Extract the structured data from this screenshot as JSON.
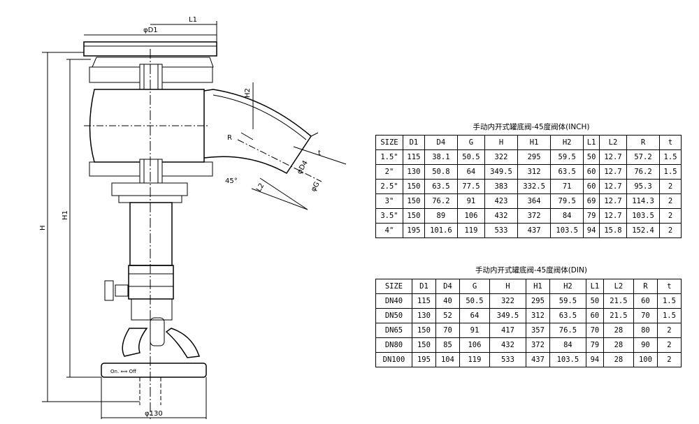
{
  "drawing": {
    "labels": {
      "L1": "L1",
      "D1": "φD1",
      "H2": "H2",
      "R": "R",
      "t": "t",
      "D4": "φD4",
      "G": "φG",
      "angle": "45°",
      "L2": "L2",
      "H": "H",
      "H1": "H1",
      "base_dia": "φ130",
      "plate_text": "On. ⟺ Off"
    }
  },
  "table_inch": {
    "title": "手动内开式罐底阀-45度阀体(INCH)",
    "headers": [
      "SIZE",
      "D1",
      "D4",
      "G",
      "H",
      "H1",
      "H2",
      "L1",
      "L2",
      "R",
      "t"
    ],
    "rows": [
      [
        "1.5\"",
        "115",
        "38.1",
        "50.5",
        "322",
        "295",
        "59.5",
        "50",
        "12.7",
        "57.2",
        "1.5"
      ],
      [
        "2\"",
        "130",
        "50.8",
        "64",
        "349.5",
        "312",
        "63.5",
        "60",
        "12.7",
        "76.2",
        "1.5"
      ],
      [
        "2.5\"",
        "150",
        "63.5",
        "77.5",
        "383",
        "332.5",
        "71",
        "60",
        "12.7",
        "95.3",
        "2"
      ],
      [
        "3\"",
        "150",
        "76.2",
        "91",
        "423",
        "364",
        "79.5",
        "69",
        "12.7",
        "114.3",
        "2"
      ],
      [
        "3.5\"",
        "150",
        "89",
        "106",
        "432",
        "372",
        "84",
        "79",
        "12.7",
        "103.5",
        "2"
      ],
      [
        "4\"",
        "195",
        "101.6",
        "119",
        "533",
        "437",
        "103.5",
        "94",
        "15.8",
        "152.4",
        "2"
      ]
    ]
  },
  "table_din": {
    "title": "手动内开式罐底阀-45度阀体(DIN)",
    "headers": [
      "SIZE",
      "D1",
      "D4",
      "G",
      "H",
      "H1",
      "H2",
      "L1",
      "L2",
      "R",
      "t"
    ],
    "rows": [
      [
        "DN40",
        "115",
        "40",
        "50.5",
        "322",
        "295",
        "59.5",
        "50",
        "21.5",
        "60",
        "1.5"
      ],
      [
        "DN50",
        "130",
        "52",
        "64",
        "349.5",
        "312",
        "63.5",
        "60",
        "21.5",
        "70",
        "1.5"
      ],
      [
        "DN65",
        "150",
        "70",
        "91",
        "417",
        "357",
        "76.5",
        "70",
        "28",
        "80",
        "2"
      ],
      [
        "DN80",
        "150",
        "85",
        "106",
        "432",
        "372",
        "84",
        "79",
        "28",
        "90",
        "2"
      ],
      [
        "DN100",
        "195",
        "104",
        "119",
        "533",
        "437",
        "103.5",
        "94",
        "28",
        "100",
        "2"
      ]
    ]
  }
}
